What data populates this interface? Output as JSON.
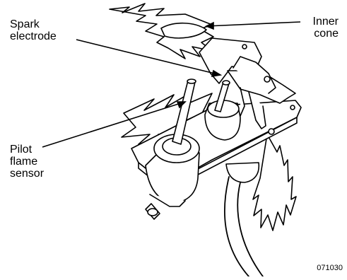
{
  "labels": {
    "spark_electrode": "Spark\nelectrode",
    "inner_cone": "Inner\ncone",
    "pilot_flame_sensor": "Pilot\nflame\nsensor",
    "figure_id": "071030"
  }
}
